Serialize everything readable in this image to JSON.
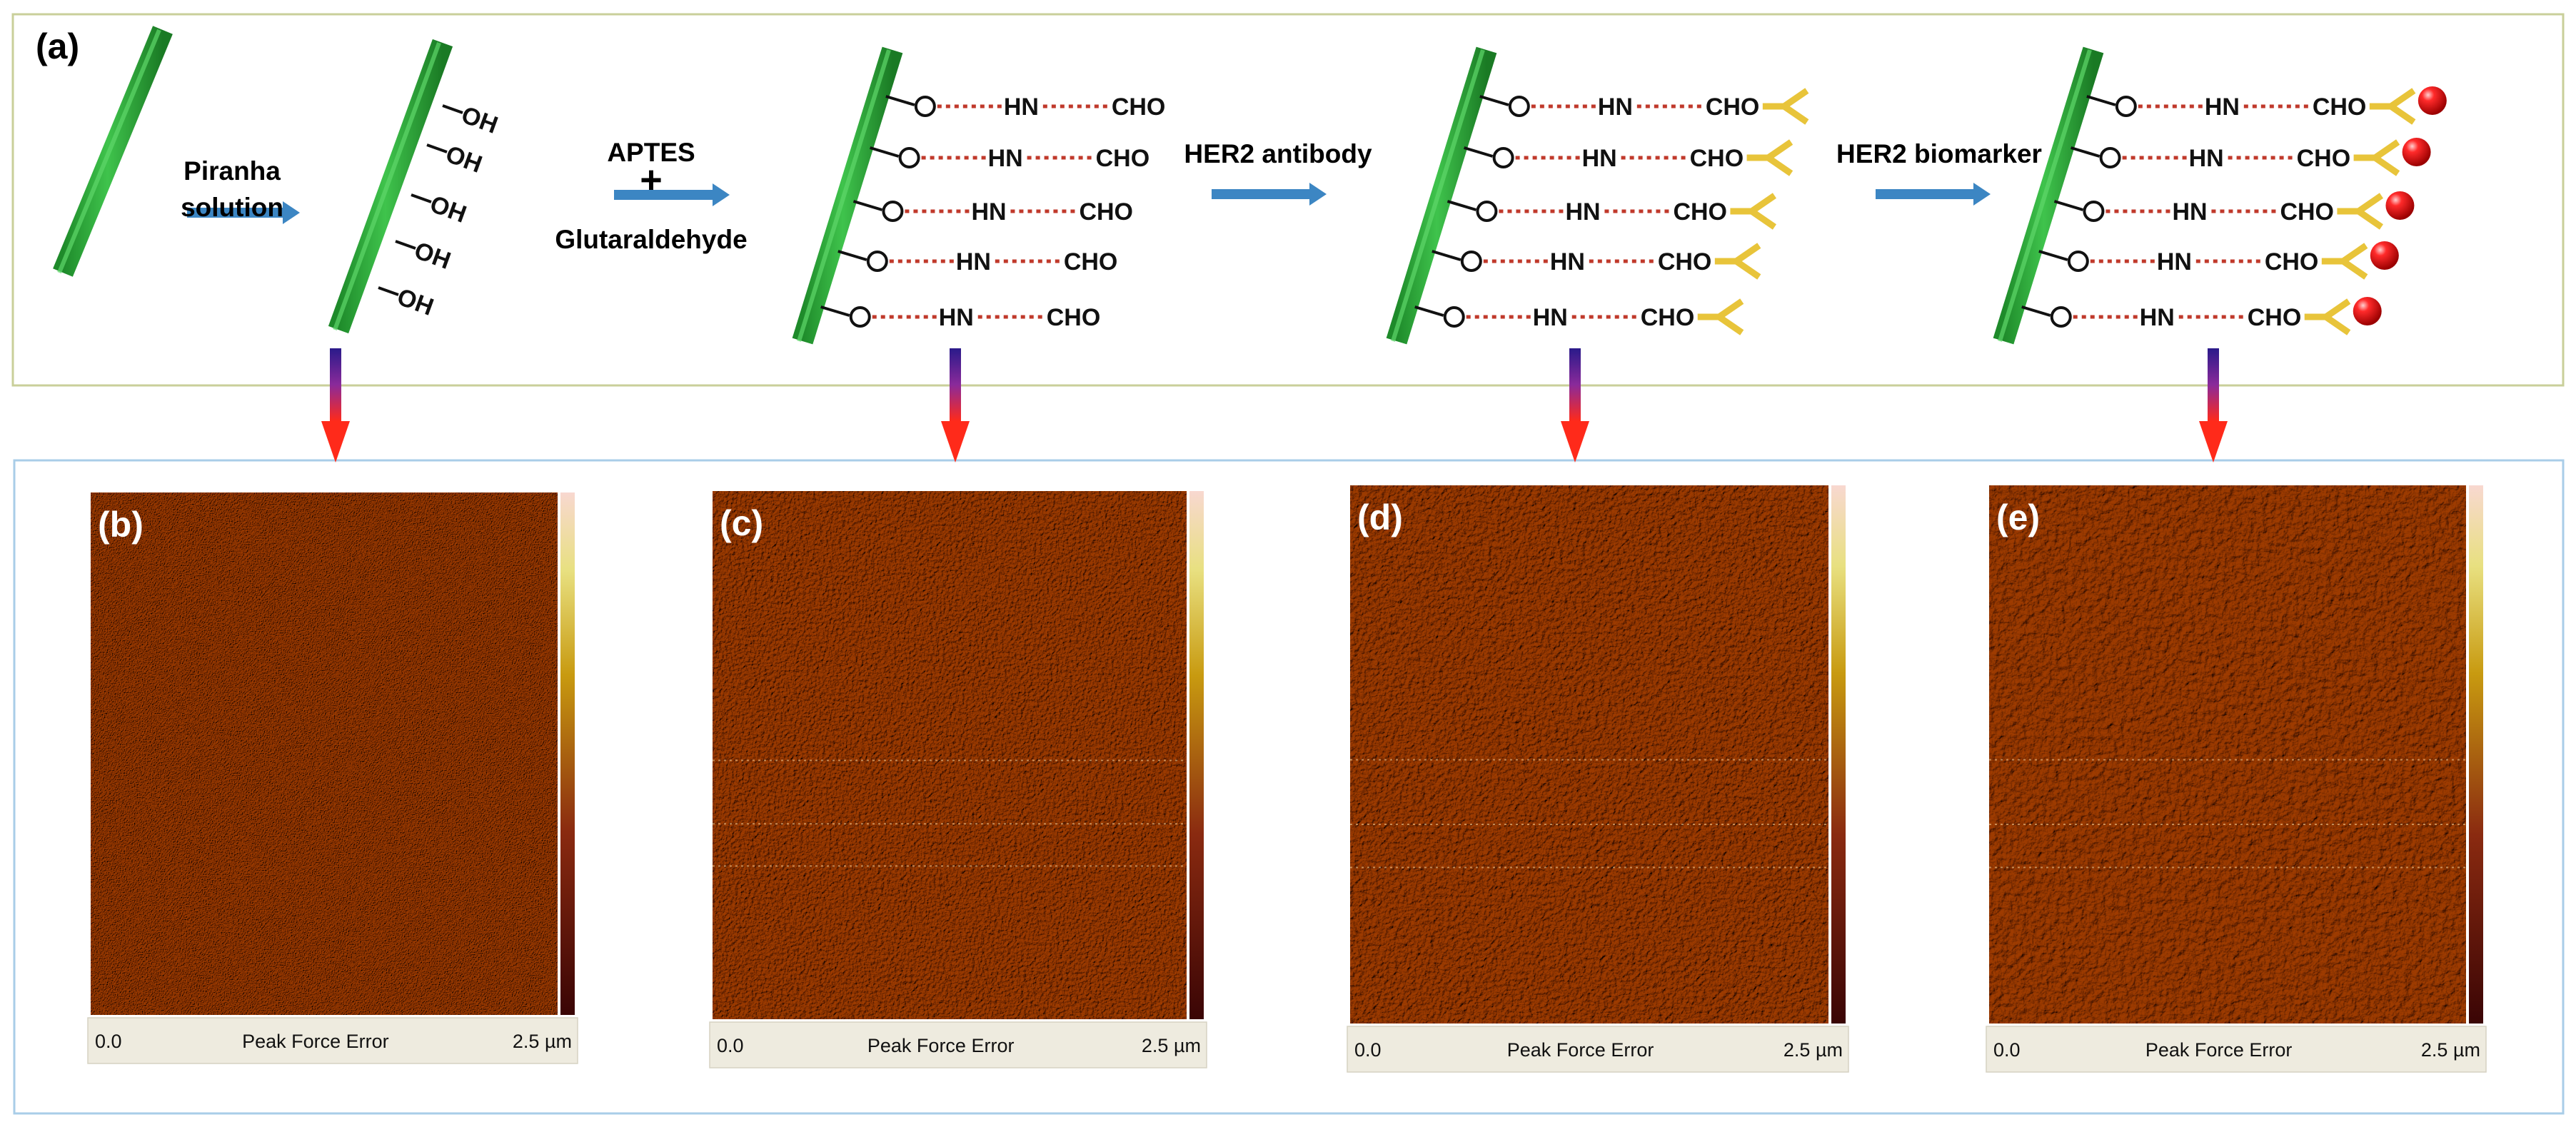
{
  "panel_a_label": "(a)",
  "steps": [
    {
      "label_lines": [
        "Piranha",
        "solution"
      ]
    },
    {
      "label_lines": [
        "APTES",
        "+",
        "Glutaraldehyde"
      ]
    },
    {
      "label_lines": [
        "HER2 antibody"
      ]
    },
    {
      "label_lines": [
        "HER2 biomarker"
      ]
    }
  ],
  "chem": {
    "oh": "OH",
    "o": "O",
    "hn": "HN",
    "cho": "CHO"
  },
  "afm_panels": [
    {
      "label": "(b)"
    },
    {
      "label": "(c)"
    },
    {
      "label": "(d)"
    },
    {
      "label": "(e)"
    }
  ],
  "afm_bar": {
    "left": "0.0",
    "center": "Peak Force Error",
    "right": "2.5 µm"
  },
  "colors": {
    "substrate_green": "#2aa836",
    "flow_arrow_blue": "#3c86c3",
    "dashed_link_red": "#c0392b",
    "antibody_yellow": "#e8c43a",
    "biomarker_red": "#e01010",
    "afm_surface": "#b06418"
  }
}
